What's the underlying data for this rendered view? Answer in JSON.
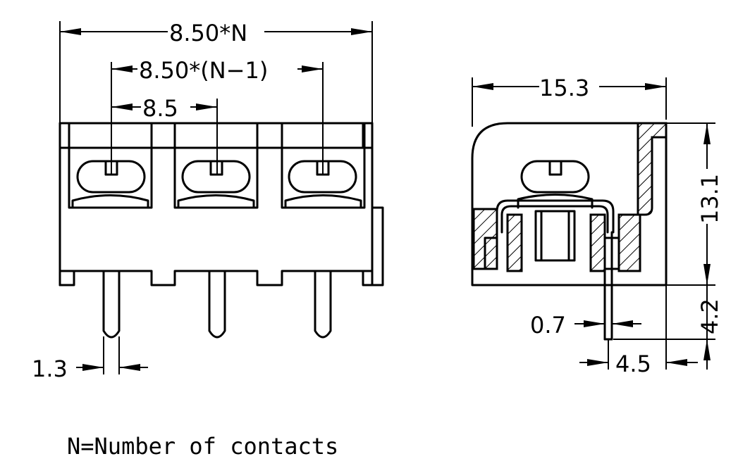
{
  "dimensions": {
    "overall_width": "8.50*N",
    "pitch_span": "8.50*(N−1)",
    "pitch": "8.5",
    "pin_width": "1.3",
    "side_width": "15.3",
    "body_height": "13.1",
    "pin_length": "4.2",
    "pin_thickness": "0.7",
    "pin_offset": "4.5"
  },
  "note": "N=Number of contacts"
}
